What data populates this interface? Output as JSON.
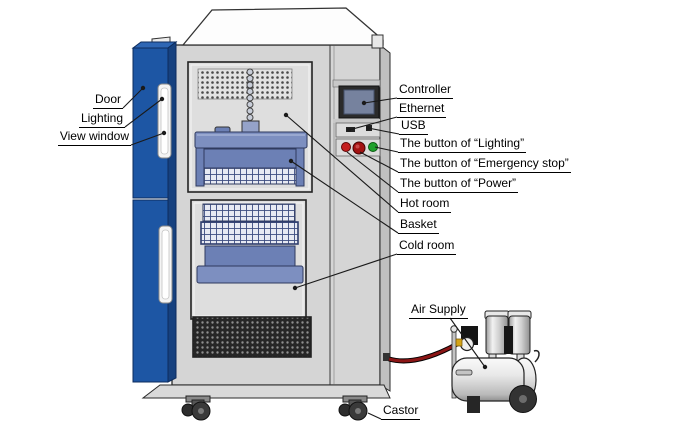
{
  "labels": {
    "door": "Door",
    "lighting": "Lighting",
    "view_window": "View window",
    "controller": "Controller",
    "ethernet": "Ethernet",
    "usb": "USB",
    "button_lighting": "The button of “Lighting”",
    "button_emergency": "The button of “Emergency stop”",
    "button_power": "The button of “Power”",
    "hot_room": "Hot room",
    "basket": "Basket",
    "cold_room": "Cold room",
    "air_supply": "Air Supply",
    "castor": "Castor"
  },
  "colors": {
    "door_blue": "#1d56a4",
    "door_side_blue": "#16417f",
    "door_top_blue": "#2e66b4",
    "basket_light": "#7d8fc0",
    "basket_dark": "#6c80b5",
    "screen_blue": "#76829e",
    "button_red": "#c41e1e",
    "button_dark_red": "#a31212",
    "button_green": "#1fa12c",
    "hose_red": "#8b1515",
    "body_gray": "#d5d5d5",
    "line_black": "#1a1a1a"
  }
}
